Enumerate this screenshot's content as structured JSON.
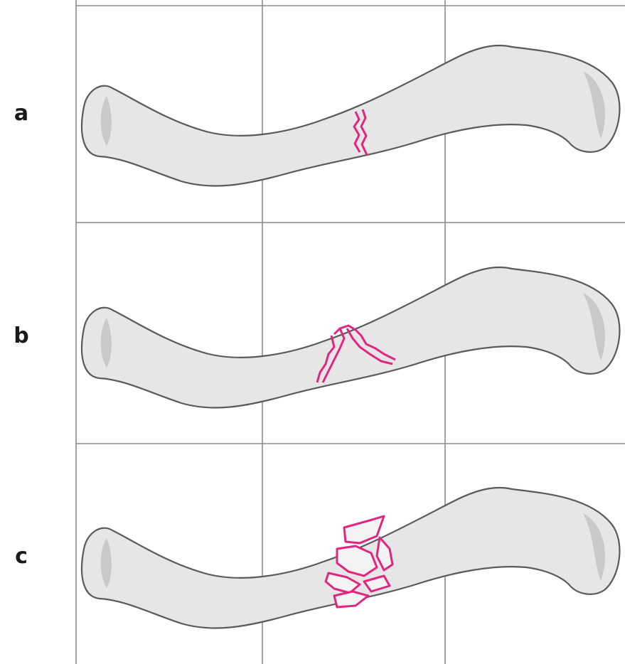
{
  "panels": [
    {
      "id": "a",
      "label": "a",
      "fracture": "simple-transverse"
    },
    {
      "id": "b",
      "label": "b",
      "fracture": "wedge"
    },
    {
      "id": "c",
      "label": "c",
      "fracture": "comminuted"
    }
  ],
  "colors": {
    "background": "#ffffff",
    "grid_line": "#8a8a8a",
    "bone_fill": "#e6e6e6",
    "bone_shade": "#c9c9c9",
    "bone_outline": "#5a5a5a",
    "fracture_line": "#e0267f"
  }
}
